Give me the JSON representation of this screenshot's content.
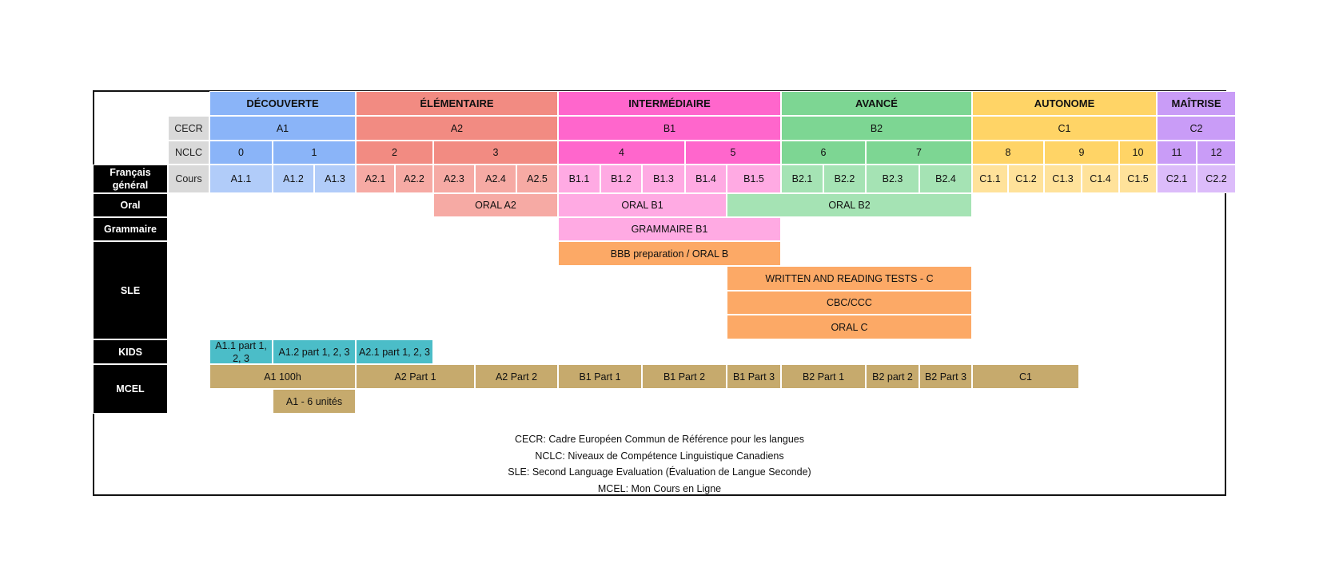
{
  "colors": {
    "decouverte_dark": "#8ab4f8",
    "decouverte_light": "#b1ccf9",
    "elementaire_dark": "#f28b82",
    "elementaire_light": "#f6aaa4",
    "intermediaire_dark": "#ff66cc",
    "intermediaire_light": "#ffaae3",
    "avance_dark": "#7dd693",
    "avance_light": "#a5e3b4",
    "autonome_dark": "#ffd466",
    "autonome_light": "#ffe29a",
    "maitrise_dark": "#c99cf7",
    "maitrise_light": "#dcbcfa",
    "sle_orange": "#fca966",
    "kids_teal": "#4bbdc8",
    "mcel_tan": "#c6aa6d",
    "label_black": "#000000",
    "label_gray": "#d9d9d9"
  },
  "levels": [
    "DÉCOUVERTE",
    "ÉLÉMENTAIRE",
    "INTERMÉDIAIRE",
    "AVANCÉ",
    "AUTONOME",
    "MAÎTRISE"
  ],
  "row_labels": {
    "cecr": "CECR",
    "nclc": "NCLC",
    "cours": "Cours",
    "francais": "Français général",
    "oral": "Oral",
    "grammaire": "Grammaire",
    "sle": "SLE",
    "kids": "KIDS",
    "mcel": "MCEL"
  },
  "cecr": [
    "A1",
    "A2",
    "B1",
    "B2",
    "C1",
    "C2"
  ],
  "nclc": [
    "0",
    "1",
    "2",
    "3",
    "4",
    "5",
    "6",
    "7",
    "8",
    "9",
    "10",
    "11",
    "12"
  ],
  "cours": [
    "A1.1",
    "A1.2",
    "A1.3",
    "A2.1",
    "A2.2",
    "A2.3",
    "A2.4",
    "A2.5",
    "B1.1",
    "B1.2",
    "B1.3",
    "B1.4",
    "B1.5",
    "B2.1",
    "B2.2",
    "B2.3",
    "B2.4",
    "C1.1",
    "C1.2",
    "C1.3",
    "C1.4",
    "C1.5",
    "C2.1",
    "C2.2"
  ],
  "oral": [
    "ORAL A2",
    "ORAL B1",
    "ORAL B2"
  ],
  "grammaire": [
    "GRAMMAIRE B1"
  ],
  "sle": [
    "BBB preparation / ORAL B",
    "WRITTEN AND READING TESTS - C",
    "CBC/CCC",
    "ORAL C"
  ],
  "kids": [
    "A1.1 part 1, 2, 3",
    "A1.2 part 1, 2, 3",
    "A2.1 part 1, 2, 3"
  ],
  "mcel": [
    "A1 100h",
    "A2 Part 1",
    "A2 Part 2",
    "B1 Part 1",
    "B1 Part 2",
    "B1 Part 3",
    "B2 Part 1",
    "B2 part 2",
    "B2 Part 3",
    "C1",
    "A1 - 6 unités"
  ],
  "legend": [
    "CECR: Cadre Européen Commun de Référence pour les langues",
    "NCLC: Niveaux de Compétence Linguistique Canadiens",
    "SLE: Second Language Evaluation (Évaluation de Langue Seconde)",
    "MCEL: Mon Cours en Ligne"
  ]
}
